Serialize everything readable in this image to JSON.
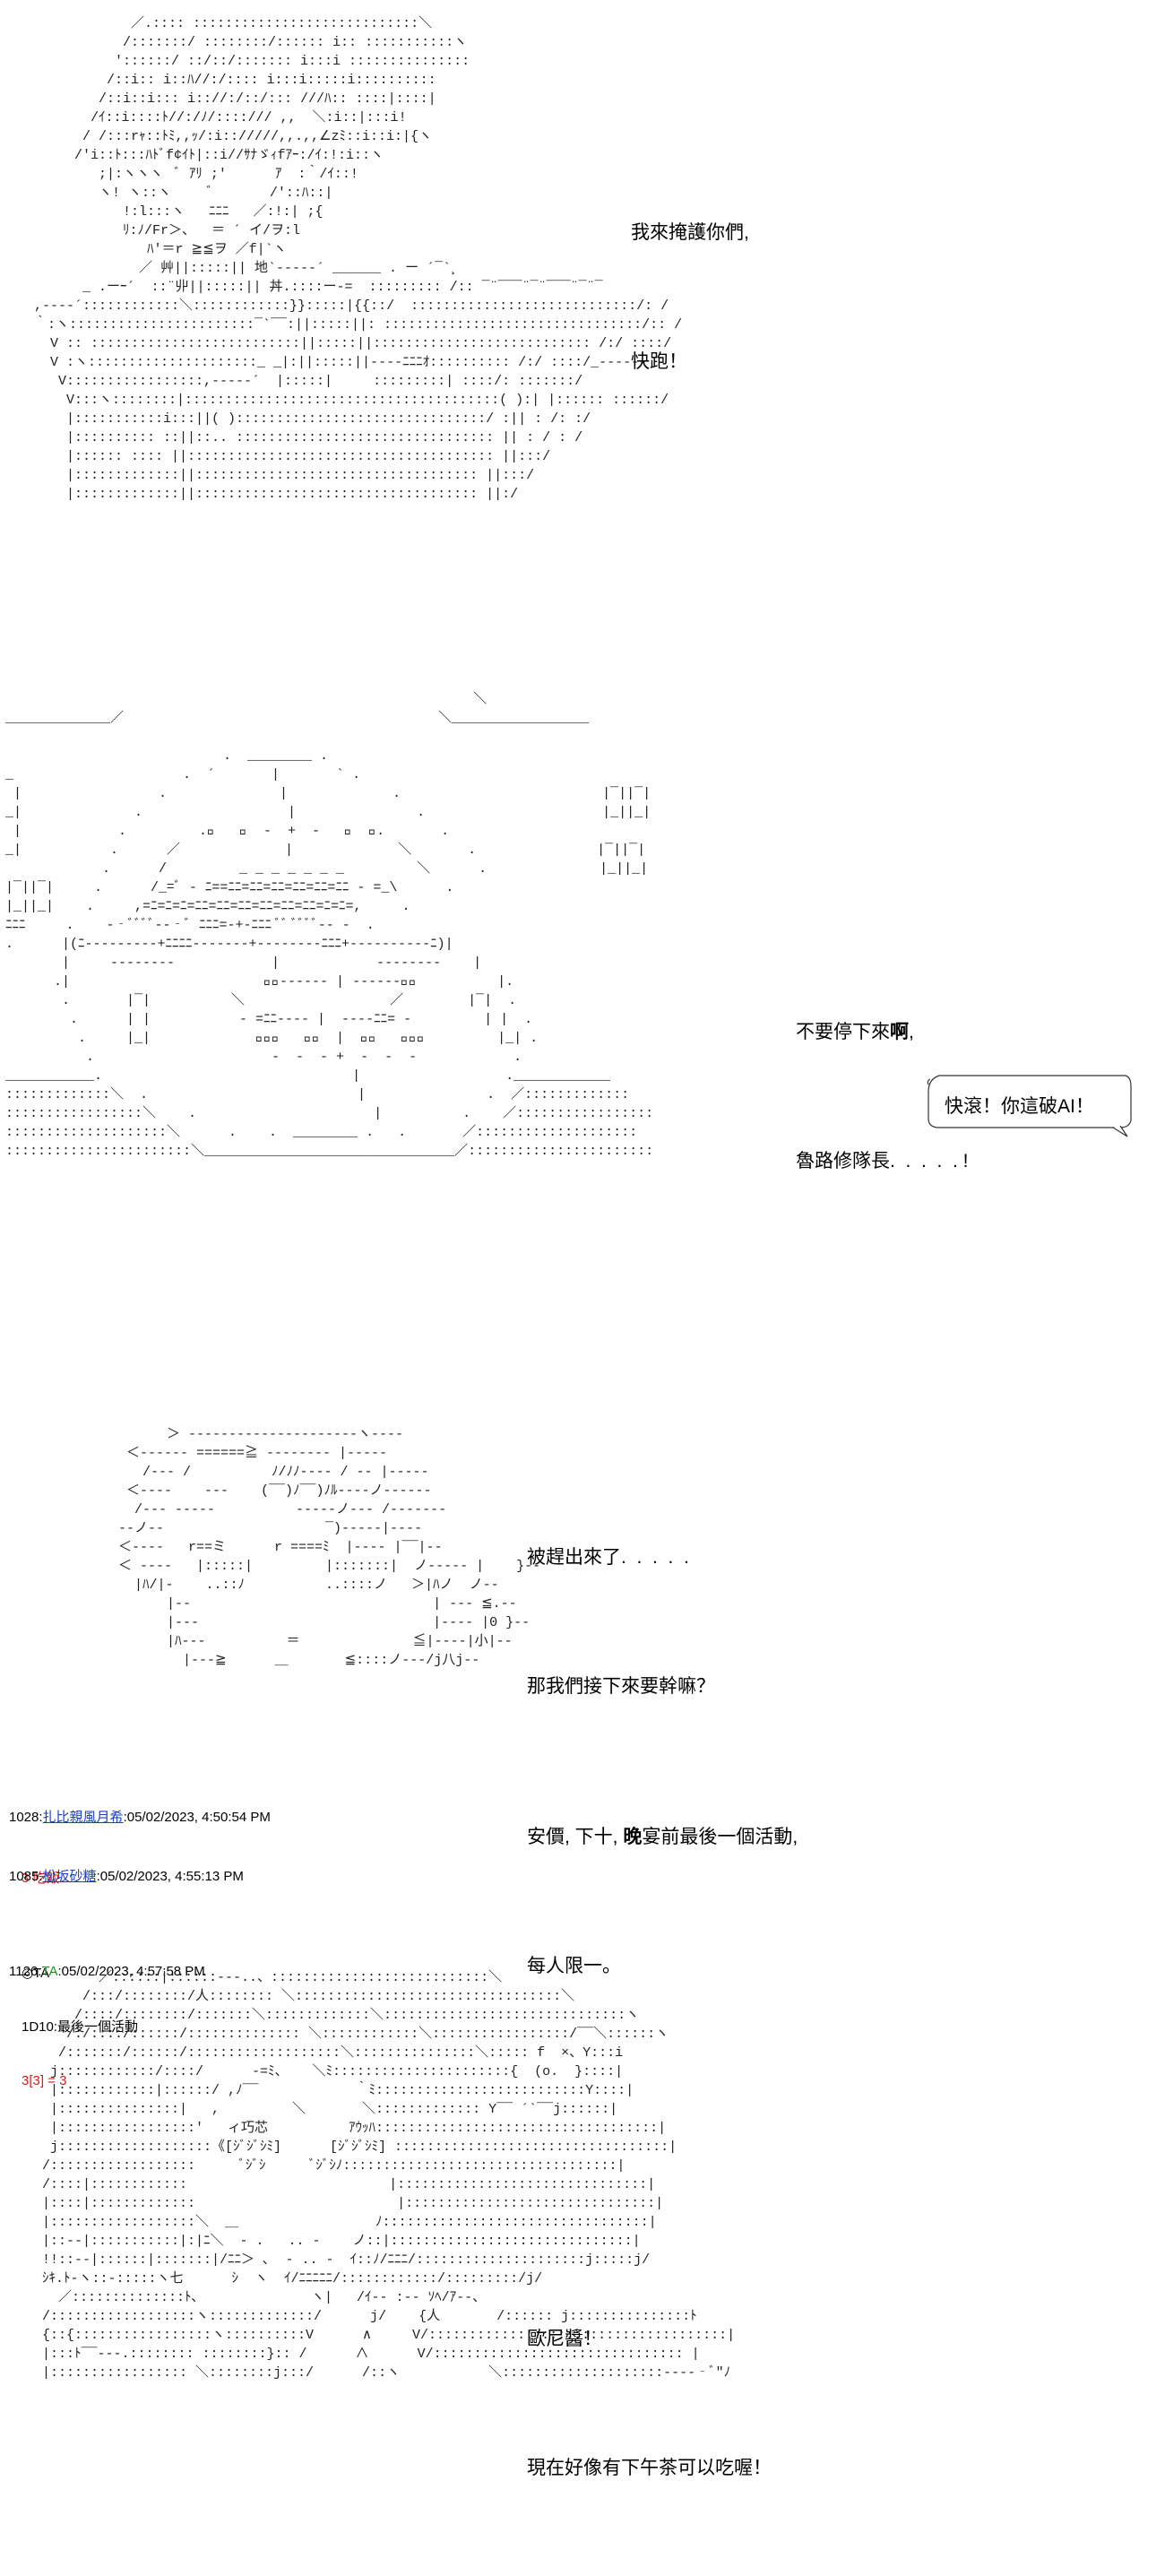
{
  "panel1": {
    "art": "              ／.:::: ::::::::::::::::::::::::::::＼\n             /:::::::/ ::::::::/:::::: i:: :::::::::::ヽ\n            '::::::/ ::/::/::::::: i:::i :::::::::::::::\n           /::i:: i::ﾊ//:/:::: i:::i:::::i::::::::::\n          /::i::i::: i:://:/::/::: ///ﾊ:: ::::|::::|\n         /ｲ::i::::ﾄ//:/ﾉ/::::/// ,,  ＼:i::|:::i!\n        / /:::rｬ::ﾄﾐ,,ｯ/:i:://///,,.,,∠zﾐ::i::i:|{ヽ\n       /'i::ﾄ:::ﾊﾄﾞf¢ｲﾄ|::i//ｻﾅゞｨfｱｰ:/ｲ:!:i::ヽ\n          ;|:ヽヽヽ  ﾞ ｱﾘ ;'      ｱ  :｀/ｲ::!\n          ヽ! ヽ::ヽ     ﾞ       /'::ﾊ::|\n             !:l:::ヽ   ﾆﾆﾆ   ／:!:| ;{\n             ﾘ:ﾉ/Fr＞、  ＝ ´ イ/ヲ:l\n                ﾊ'＝r ≧≦ヲ ／f|`ヽ\n               ／ 艸||:::::|| 地`-----´ ______ . ー ´¯`¸\n        _ .ーｰ´  ::¨丱||:::::|| 丼.::::ー‐=  ::::::::: /:: ¯¨¯¯¯¨¯¨¯¯¯¨¯¨¯\n  ,‐‐‐‐´::::::::::::＼::::::::::::}}:::::|{{::/  ::::::::::::::::::::::::::::/: /\n  ｀:ヽ:::::::::::::::::::::::¯`¯¯:||:::::||: ::::::::::::::::::::::::::::::::/:: /\n    V :: ::::::::::::::::::::::::::||:::::||::::::::::::::::::::::::::: /:/ ::::/\n    V :ヽ:::::::::::::::::::::_ _|:||:::::||‐‐‐‐ﾆﾆﾆｵ:::::::::: /:/ ::::/_‐‐‐‐‐‐\n     V:::::::::::::::::,‐‐‐‐‐´  |:::::|     :::::::::| ::::/: :::::::/\n      V:::ヽ::::::::|:::::::::::::::::::::::::::::::::::::::( ):| |:::::: ::::::/\n      |:::::::::::i:::||( ):::::::::::::::::::::::::::::::/ :|| : /: :/\n      |:::::::::: ::||::.. :::::::::::::::::::::::::::::::: || : / : /\n      |:::::: :::: ||:::::::::::::::::::::::::::::::::::::: ||:::/\n      |:::::::::::::||::::::::::::::::::::::::::::::::::: ||:::/\n      |:::::::::::::||::::::::::::::::::::::::::::::::::: ||:/",
    "lines": [
      "我來掩護你們,",
      "快跑！"
    ]
  },
  "panel2": {
    "art": "                                                          ＼\n_____________／                                       ＼_________________\n\n                           .  ________ .\n_                     .  ´       |       ` .\n |                 .              |             .                         |¯||¯|\n_|              .                  |               .                      |_||_|\n |            .         .ﾞ   ﾞ  -  +  -   ﾞ  ﾞ.       .\n_|           .      ／             |             ＼       .               |¯||¯|\n            .      /         _ _ _ _ _ _ _         ＼      .              |_||_|\n|¯||¯|     .      /_=ﾞ ‐ ﾆ==ﾆﾆ=ﾆﾆ=ﾆﾆ=ﾆﾆ=ﾆﾆ=ﾆﾆ ‐ =_\\      .\n|_||_|    .     ,=ﾆ=ﾆ=ﾆ=ﾆﾆ=ﾆﾆ=ﾆﾆ=ﾆﾆ=ﾆﾆ=ﾆﾆ=ﾆ=ﾆ=,     .\nﾆﾆﾆ     .    ‐‐ﾞﾞﾞﾞ‐‐‐ﾞ ﾆﾆﾆ=‐+‐ﾆﾆﾆ ﾞﾞ ﾞﾞﾞﾞ‐‐ ‐  .\n.      |(ﾆ‐‐‐‐‐‐‐‐‐+ﾆﾆﾆﾆ‐‐‐‐‐‐‐+‐‐‐‐‐‐‐‐ﾆﾆﾆ+‐‐‐‐‐‐‐‐‐‐ﾆ)|\n       |     ‐‐‐‐‐‐‐‐            |            ‐‐‐‐‐‐‐‐    |\n      .|                        ﾞﾞ‐‐‐‐‐‐ | ‐‐‐‐‐‐ﾞﾞ          |.\n       .       |¯|          ＼                  ／        |¯|  .\n        .      | |           ‐ =ﾆﾆ‐‐‐‐ |  ‐‐‐‐ﾆﾆ= ‐         | |  .\n         .     |_|             ﾞﾞﾞ   ﾞﾞ  |  ﾞﾞ   ﾞﾞﾞ         |_| .\n          .                      ‐  ‐  ‐ +  ‐  ‐  ‐            .\n___________.                               |                  .____________\n:::::::::::::＼  .                          |               .  ／:::::::::::::\n:::::::::::::::::＼    .                      |          .    ／:::::::::::::::::\n::::::::::::::::::::＼      .    .  ________ .   .       ／::::::::::::::::::::\n:::::::::::::::::::::::＼_______________________________／:::::::::::::::::::::::",
    "lines_html": [
      "不要停下來<b>啊</b>,",
      "魯路修隊長.  .  .  .  . !"
    ],
    "bubble": "快滾！你這破AI！"
  },
  "panel3": {
    "art": "              ＞ ‐‐‐‐‐‐‐‐‐‐‐‐‐‐‐‐‐‐‐‐‐ヽ‐‐‐‐\n         ＜‐‐‐‐‐‐ ======≧ ‐‐‐‐‐‐‐‐ |‐‐‐‐‐\n           /‐‐‐ /          ﾉ/ﾉﾉ‐‐‐‐ / ‐‐ |‐‐‐‐‐\n         ＜‐‐‐‐    ‐‐‐    (¯¯)ﾉ¯¯)ﾉﾙ‐‐‐‐ノ‐‐‐‐‐‐\n          /‐‐‐ ‐‐‐‐‐          ‐‐‐‐‐ノ‐‐‐ /‐‐‐‐‐‐‐\n        ‐‐ノ‐‐                    ¯)‐‐‐‐‐|‐‐‐‐\n        ＜‐‐‐‐   r==ミ      r ====ﾐ  |‐‐‐‐ |¯¯|‐‐\n        ＜ ‐‐‐‐   |:::::|         |:::::::|  ノ‐‐‐‐‐ |    }‐‐\n          |ﾊ/|‐    ..::ﾉ          ..::::ノ   ＞|ﾊノ  ノ‐‐\n              |‐‐                              | ‐‐‐ ≦.‐‐\n              |‐‐‐                             |‐‐‐‐ |0 }‐‐\n              |ﾊ‐‐‐          ＝              ≦|‐‐‐‐|小|‐‐\n                |‐‐‐≧      ＿       ≦::::ノ‐‐‐/j八j‐‐",
    "lines": [
      "被趕出來了.  .  .  .  .",
      "那我們接下來要幹嘛？"
    ],
    "lines2_html": [
      "安價, 下十, <b>晚</b>宴前最後一個活動,",
      "每人限一。"
    ]
  },
  "posts": [
    {
      "num": "1028",
      "name": "扎比親風月希",
      "time": ":05/02/2023, 4:50:54 PM",
      "body": [
        "3 吃飯"
      ],
      "body_red": true
    },
    {
      "num": "1085",
      "name": "松坂砂糖",
      "time": ":05/02/2023, 4:55:13 PM",
      "body": [
        "◎TA",
        "1D10:最後一個活動"
      ],
      "roll": "3[3] = 3"
    },
    {
      "num": "1126",
      "name": "TA",
      "time": ":05/02/2023, 4:57:58 PM"
    }
  ],
  "panel4": {
    "art": "          ／::::::|::::::‐‐‐..、:::::::::::::::::::::::::::＼\n        /:::/::::::::/人:::::::: ＼:::::::::::::::::::::::::::::::::＼\n       /::::/::::::::/:::::::＼:::::::::::::＼::::::::::::::::::::::::::::::ヽ\n      /:/::::/::::::/:::::::::::::: ＼::::::::::::＼:::::::::::::::::/¯¯＼::::::ヽ\n     /:::::::/::::::/:::::::::::::::::::＼:::::::::::::::＼::::: f  ×、Y:::i\n    j::::::::::::/::::/      ‐=ﾐ、   ＼ﾐ::::::::::::::::::::::{  (o.  }::::|\n    |::::::::::::|::::::/ ,ﾉ¯¯            ｀ﾐ::::::::::::::::::::::::::Y::::|\n    |:::::::::::::::|   ,         ＼       ＼::::::::::::: Y¯¯ ´`¯¯j::::::|\n    |:::::::::::::::::'   ィ巧芯          ｱｳｯﾊ:::::::::::::::::::::::::::::::::::|\n    j:::::::::::::::::::《[ｼﾞｼﾞｼﾐ]      [ｼﾞｼﾞｼﾐ] ::::::::::::::::::::::::::::::::::|\n   /::::::::::::::::::      ﾞｼﾞｼ      ﾞｼﾞｼﾉ::::::::::::::::::::::::::::::::::|\n   /::::|::::::::::::                         |:::::::::::::::::::::::::::::::|\n   |::::|:::::::::::::                         |:::::::::::::::::::::::::::::::|\n   |::::::::::::::::::＼  ＿                 ﾉ:::::::::::::::::::::::::::::::::|\n   |::‐‐|:::::::::::|:|ﾆ＼  ‐ .   .. ‐    ノ::|::::::::::::::::::::::::::::::|\n   !!::‐‐|::::::|:::::::|/ﾆﾆ＞ ､  ‐ .. ‐  ｲ::ﾉ/ﾆﾆﾆ/:::::::::::::::::::::j:::::j/\n   ｼｷ.ﾄ‐ヽ::‐:::::ヽ七      ｼ  ヽ  ｲ/ﾆﾆﾆﾆﾆ/::::::::::::/:::::::::/j/\n     ／::::::::::::::ﾄ､              ヽ|   /ｲ‐‐ :‐‐ ｿﾍ/ｱ‐‐、\n   /::::::::::::::::::ヽ:::::::::::::/      j/    {人       /:::::: j:::::::::::::::ﾄ\n   {::{:::::::::::::::::ヽ::::::::::V      ∧     V/:::::::::::::::::::::::::::::::::::::|\n   |:::ﾄ¯¯‐‐‐.:::::::: ::::::::}:: /      ∧      V/::::::::::::::::::::::::::::::: |\n   |::::::::::::::::: ＼::::::::j:::/      /::ヽ           ＼::::::::::::::::::::‐‐‐‐‐ﾞ\"ﾉ",
    "lines": [
      "歐尼醬！",
      "現在好像有下午茶可以吃喔！"
    ]
  }
}
